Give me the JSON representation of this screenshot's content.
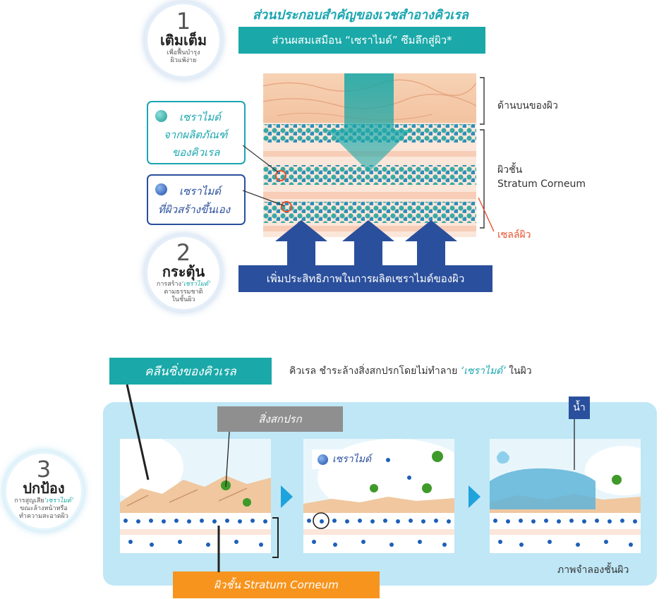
{
  "header": {
    "title": "ส่วนประกอบสำคัญของเวชสำอางคิวเรล",
    "mix_bar": "ส่วนผสมเสมือน “เซราไมด์” ซึมลึกสู่ผิว*",
    "boost_bar": "เพิ่มประสิทธิภาพในการผลิตเซราไมด์ของผิว"
  },
  "steps": [
    {
      "num": "1",
      "title": "เติมเต็ม",
      "sub1": "เพื่อฟื้นบำรุง",
      "sub2": "ผิวแพ้ง่าย"
    },
    {
      "num": "2",
      "title": "กระตุ้น",
      "sub1": "การสร้าง",
      "sub_em": "‘เซราไมด์’",
      "sub2": "ตามธรรมชาติ",
      "sub3": "ในชั้นผิว"
    },
    {
      "num": "3",
      "title": "ปกป้อง",
      "sub1": "การสูญเสีย",
      "sub_em": "‘เซราไมด์’",
      "sub2": "ขณะล้างหน้าหรือ",
      "sub3": "ทำความสะอาดผิว"
    }
  ],
  "legend": {
    "product_ceramide": [
      "เซราไมด์",
      "จากผลิตภัณฑ์",
      "ของคิวเรล"
    ],
    "skin_ceramide": [
      "เซราไมด์",
      "ที่ผิวสร้างขึ้นเอง"
    ]
  },
  "skin_labels": {
    "upper": "ด้านบนของผิว",
    "stratum_th": "ผิวชั้น",
    "stratum_en": "Stratum Corneum",
    "cell": "เซลล์ผิว"
  },
  "cleansing": {
    "title_bar": "คลีนซิ่งของคิวเรล",
    "desc_pre": "คิวเรล ชำระล้างสิ่งสกปรกโดยไม่ทำลาย ",
    "desc_em": "‘เซราไมด์’",
    "desc_post": " ในผิว",
    "dirt_label": "สิ่งสกปรก",
    "ceramide_label": "เซราไมด์",
    "water_label": "น้ำ",
    "stratum_bar": "ผิวชั้น Stratum Corneum",
    "model_caption": "ภาพจำลองชั้นผิว"
  },
  "colors": {
    "teal": "#1aa6b0",
    "navy": "#2a4f9c",
    "orange": "#f7941d",
    "gray": "#8f8f8f",
    "light_blue": "#bfe7f6",
    "dot_blue": "#1e5fb8"
  }
}
